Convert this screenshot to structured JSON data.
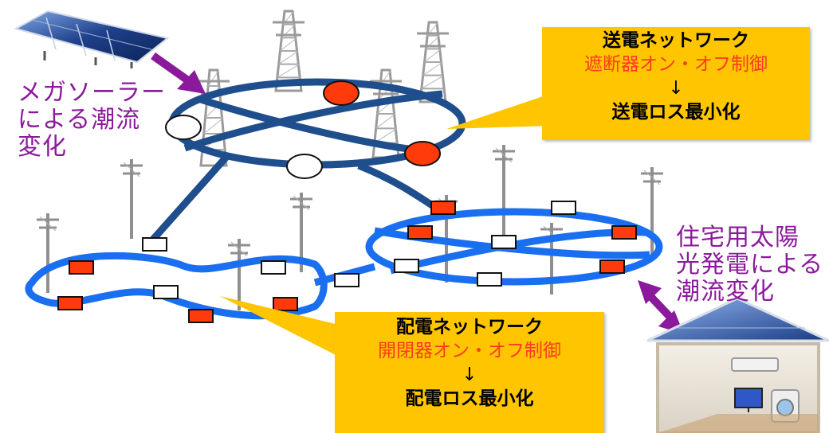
{
  "colors": {
    "transmission_line": "#1f4e8c",
    "distribution_line": "#1a6ff0",
    "breaker_on": "#ff3b0c",
    "breaker_off": "#ffffff",
    "callout_bg": "#ffc600",
    "caption_text": "#8a1a9b",
    "arrow": "#8a1a9b",
    "red_text": "#ff3b1f"
  },
  "icons": {
    "solar_farm": "solar-panel-array-icon",
    "tower": "transmission-tower-icon",
    "pole": "utility-pole-icon",
    "house": "house-with-rooftop-solar-icon"
  },
  "mega_solar_caption": [
    "メガソーラー",
    "による潮流",
    "変化"
  ],
  "residential_caption": [
    "住宅用太陽",
    "光発電による",
    "潮流変化"
  ],
  "transmission_callout": {
    "title": "送電ネットワーク",
    "control": "遮断器オン・オフ制御",
    "arrow": "↓",
    "goal": "送電ロス最小化"
  },
  "distribution_callout": {
    "title": "配電ネットワーク",
    "control": "開閉器オン・オフ制御",
    "arrow": "↓",
    "goal": "配電ロス最小化"
  }
}
